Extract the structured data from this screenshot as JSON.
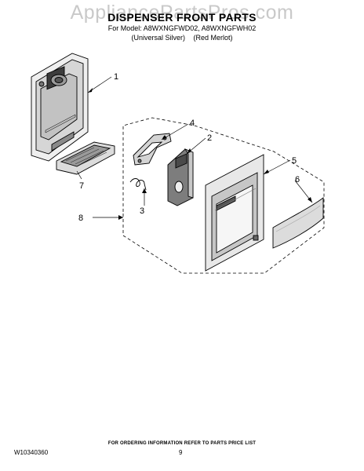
{
  "header": {
    "watermark": "AppliancePartsPros.com",
    "title": "DISPENSER FRONT PARTS",
    "model_line": "For Model: A8WXNGFWD02, A8WXNGFWH02",
    "variant_left": "(Universal Silver)",
    "variant_right": "(Red Merlot)"
  },
  "callouts": {
    "c1": "1",
    "c2": "2",
    "c3": "3",
    "c4": "4",
    "c5": "5",
    "c6": "6",
    "c7": "7",
    "c8": "8"
  },
  "footer": {
    "note": "FOR ORDERING INFORMATION REFER TO PARTS PRICE LIST",
    "doc_number": "W10340360",
    "page_number": "9"
  },
  "colors": {
    "line": "#000000",
    "watermark": "#c9c9c9",
    "part_fill": "#dcdcdc",
    "part_dark": "#8a8a8a"
  }
}
